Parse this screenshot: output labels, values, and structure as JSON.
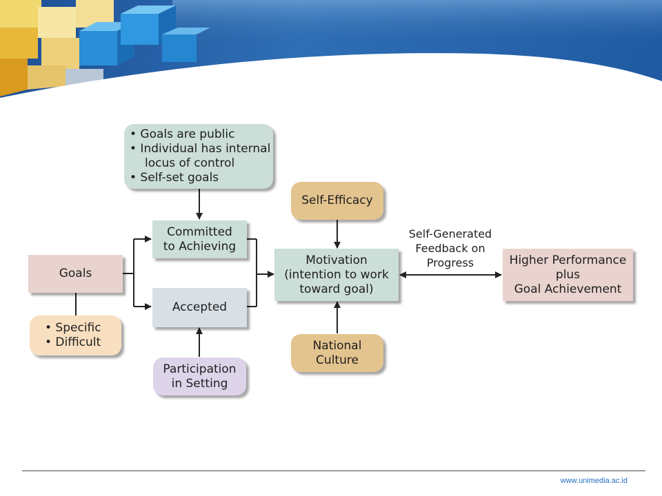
{
  "slide": {
    "footer_url": "www.unimedia.ac.id"
  },
  "diagram": {
    "goals": "Goals",
    "goal_attributes": [
      "• Specific",
      "• Difficult"
    ],
    "commitment_conditions": [
      "• Goals are public",
      "• Individual has internal",
      "locus of control",
      "• Self-set goals"
    ],
    "committed": [
      "Committed",
      "to Achieving"
    ],
    "accepted": "Accepted",
    "participation": [
      "Participation",
      "in Setting"
    ],
    "self_efficacy": "Self-Efficacy",
    "motivation": [
      "Motivation",
      "(intention to work",
      "toward goal)"
    ],
    "national_culture": [
      "National",
      "Culture"
    ],
    "feedback": [
      "Self-Generated",
      "Feedback on",
      "Progress"
    ],
    "outcome": [
      "Higher Performance",
      "plus",
      "Goal Achievement"
    ]
  },
  "colors": {
    "goals_fill": "#e9d3cf",
    "attributes_fill": "#f8dfc0",
    "conditions_fill": "#cbded7",
    "committed_fill": "#cbded7",
    "accepted_fill": "#d8e0e6",
    "participation_fill": "#ddd4ea",
    "efficacy_fill": "#e3c48f",
    "motivation_fill": "#cbded7",
    "culture_fill": "#e3c48f",
    "outcome_fill": "#e9d3cf"
  }
}
